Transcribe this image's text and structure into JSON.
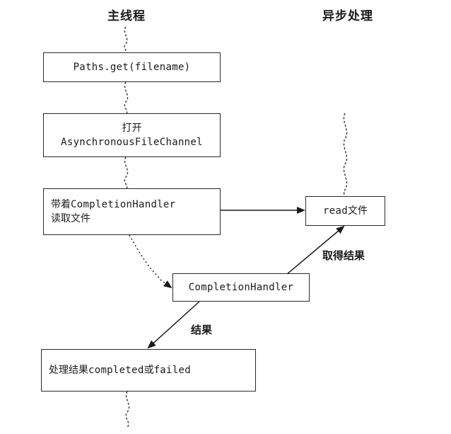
{
  "headers": {
    "main_thread": "主线程",
    "async_processing": "异步处理"
  },
  "boxes": {
    "paths_get": {
      "code": "Paths.get(filename)"
    },
    "open_channel": {
      "line1": "打开",
      "line2": "AsynchronousFileChannel"
    },
    "read_with_handler": {
      "prefix": "带着",
      "code": "CompletionHandler",
      "line2": "读取文件"
    },
    "read_file": {
      "code": "read",
      "suffix": "文件"
    },
    "completion_handler": {
      "code": "CompletionHandler"
    },
    "process_result": {
      "prefix": "处理结果",
      "code1": "completed",
      "middle": "或",
      "code2": "failed"
    }
  },
  "edge_labels": {
    "get_result": "取得结果",
    "result": "结果"
  }
}
